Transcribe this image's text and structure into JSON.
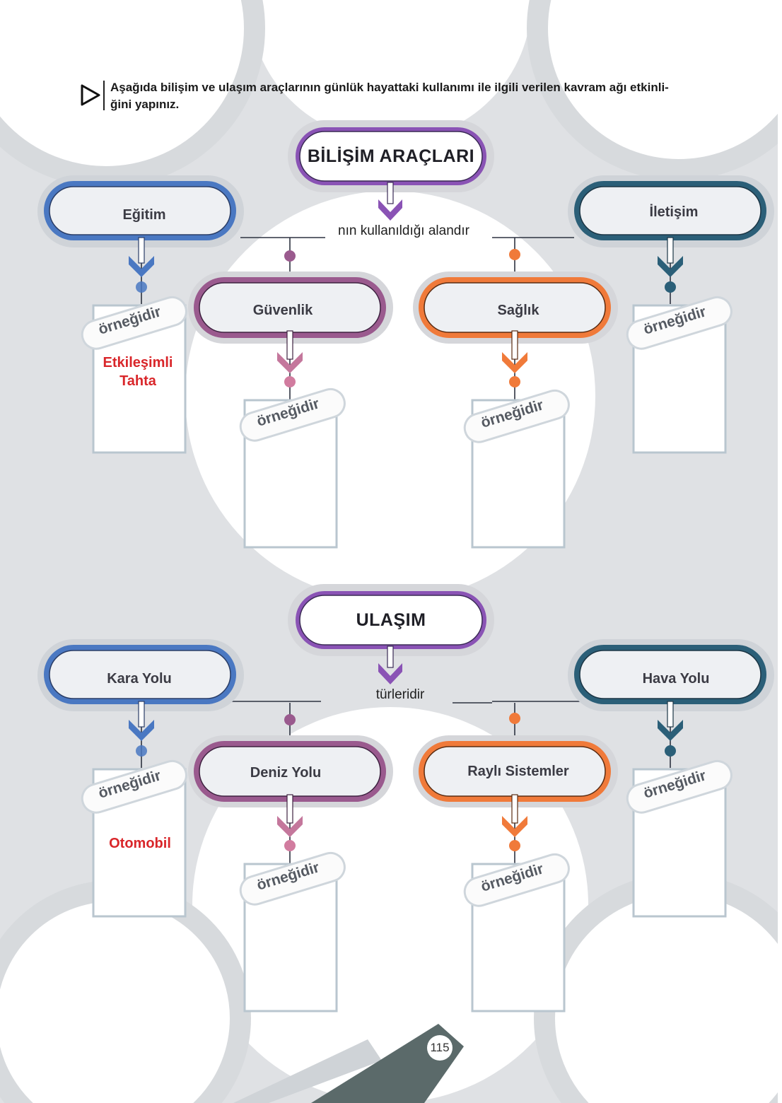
{
  "instruction": {
    "line1": "Aşağıda bilişim ve ulaşım araçlarının günlük hayattaki kullanımı ile ilgili verilen kavram ağı etkinli-",
    "line2": "ğini yapınız."
  },
  "map1": {
    "title": "BİLİŞİM ARAÇLARI",
    "connector": "nın kullanıldığı alandır",
    "nodes": [
      "Eğitim",
      "Güvenlik",
      "Sağlık",
      "İletişim"
    ],
    "example_label": "örneğidir",
    "answers": {
      "egitim_line1": "Etkileşimli",
      "egitim_line2": "Tahta"
    }
  },
  "map2": {
    "title": "ULAŞIM",
    "connector": "türleridir",
    "nodes": [
      "Kara Yolu",
      "Deniz Yolu",
      "Raylı Sistemler",
      "Hava Yolu"
    ],
    "example_label": "örneğidir",
    "answers": {
      "kara_yolu": "Otomobil"
    }
  },
  "colors": {
    "purple": "#7d4fa6",
    "blue": "#4a78c2",
    "teal": "#2b5f78",
    "mauve": "#9a5a8e",
    "orange": "#f07a3a",
    "answer_red": "#d9262a",
    "background_gray": "#dfe1e4"
  },
  "page_number": "115"
}
